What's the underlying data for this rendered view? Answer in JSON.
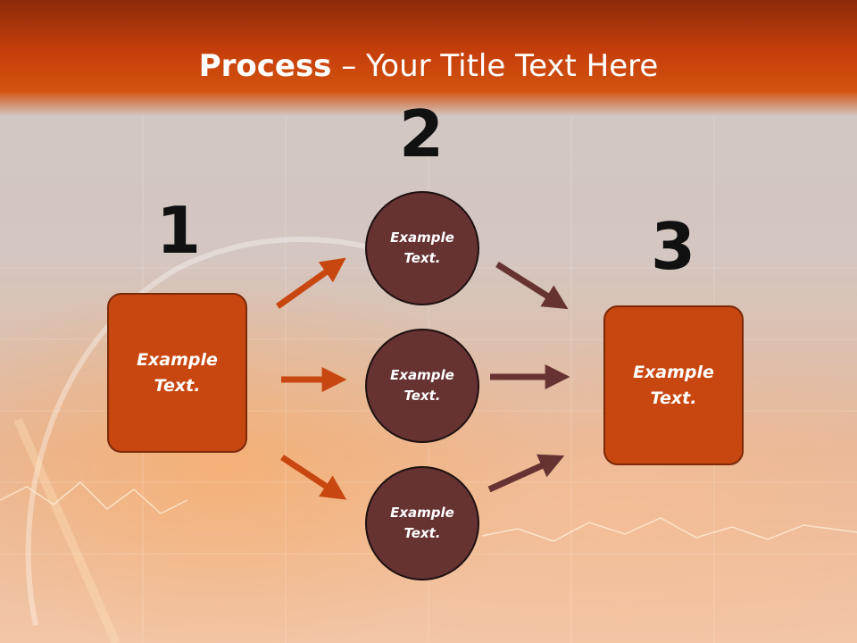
{
  "slide": {
    "title_bold": "Process",
    "title_rest": " – Your Title Text Here",
    "steps": {
      "one": "1",
      "two": "2",
      "three": "3"
    },
    "left_box": {
      "line1": "Example",
      "line2": "Text."
    },
    "circle_top": {
      "line1": "Example",
      "line2": "Text."
    },
    "circle_middle": {
      "line1": "Example",
      "line2": "Text."
    },
    "circle_bottom": {
      "line1": "Example",
      "line2": "Text."
    },
    "right_box": {
      "line1": "Example",
      "line2": "Text."
    }
  },
  "colors": {
    "header": "#c63f0c",
    "box_fill": "#c8460f",
    "circle_fill": "#663232",
    "arrow_orange": "#c8460f",
    "arrow_brown": "#663232"
  }
}
